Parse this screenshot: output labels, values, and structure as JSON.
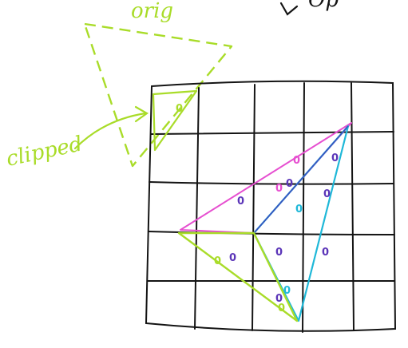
{
  "labels": {
    "orig": "orig",
    "clipped": "clipped",
    "corner_partial": "Op"
  },
  "digit_markers": [
    {
      "text": "0",
      "color_key": "lime"
    },
    {
      "text": "0",
      "color_key": "purple"
    },
    {
      "text": "0",
      "color_key": "magenta"
    },
    {
      "text": "0",
      "color_key": "purple"
    },
    {
      "text": "0",
      "color_key": "magenta"
    },
    {
      "text": "0",
      "color_key": "purple"
    },
    {
      "text": "0",
      "color_key": "purple"
    },
    {
      "text": "0",
      "color_key": "cyan"
    },
    {
      "text": "0",
      "color_key": "purple"
    },
    {
      "text": "0",
      "color_key": "purple"
    },
    {
      "text": "0",
      "color_key": "lime"
    },
    {
      "text": "0",
      "color_key": "purple"
    },
    {
      "text": "0",
      "color_key": "cyan"
    },
    {
      "text": "0",
      "color_key": "purple"
    },
    {
      "text": "0",
      "color_key": "lime"
    }
  ],
  "colors": {
    "ink": "#141414",
    "lime": "#a9dc29",
    "magenta": "#e64fd0",
    "cyan": "#1fb8d8",
    "purple": "#5b35b8",
    "blue_edge": "#3b4fbf"
  }
}
